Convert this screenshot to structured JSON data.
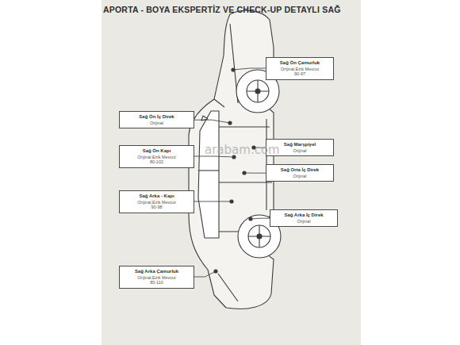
{
  "diagram": {
    "title": "APORTA - BOYA EKSPERTİZ VE CHECK-UP DETAYLI SAĞ",
    "nodes": [
      {
        "text": [
          "Sağ Ön Çamurluk",
          "Orijinal,Ezik Mevcut",
          "90-97"
        ]
      },
      {
        "text": [
          "Sağ Ön İç Direk",
          "Orijinal"
        ]
      },
      {
        "text": [
          "Sağ Marşpiyel",
          "Orijinal"
        ]
      },
      {
        "text": [
          "Sağ Ön Kapı",
          "Orijinal,Ezik Mevcut",
          "80-102"
        ]
      },
      {
        "text": [
          "Sağ Orta İç Direk",
          "Orijinal"
        ]
      },
      {
        "text": [
          "Sağ Arka - Kapı",
          "Orijinal,Ezik Mevcut",
          "90-98"
        ]
      },
      {
        "text": [
          "Sağ Arka İç Direk",
          "Orijinal"
        ]
      },
      {
        "text": [
          "Sağ Arka Çamurluk",
          "Orijinal,Ezik Mevcut",
          "80-110"
        ]
      }
    ],
    "labels": [
      "arabam.com"
    ]
  }
}
